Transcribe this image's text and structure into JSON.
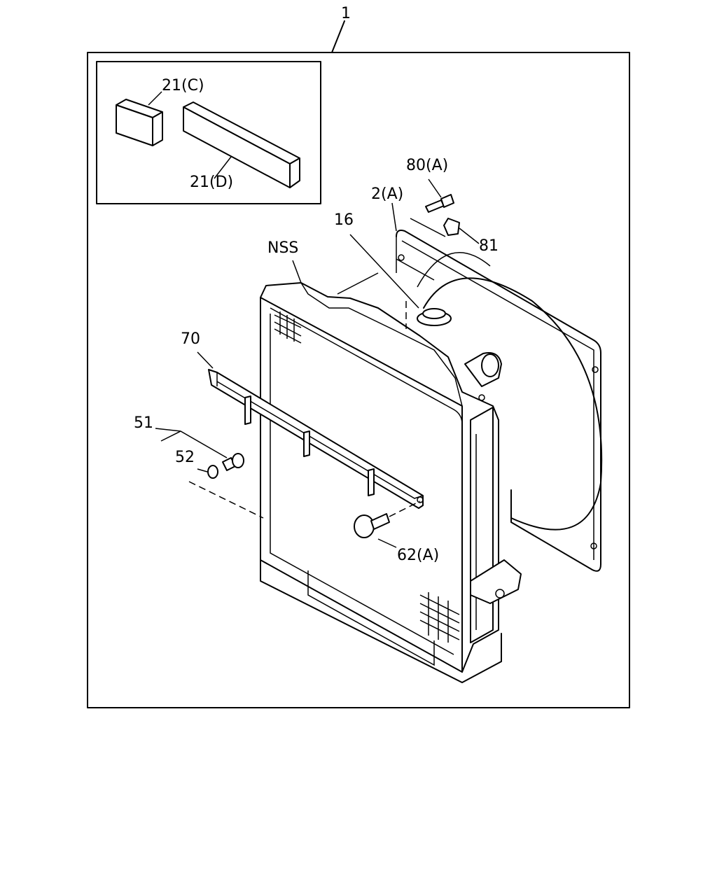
{
  "callouts": {
    "assembly": "1",
    "baffle_c": "21(C)",
    "baffle_d": "21(D)",
    "bolt_80a": "80(A)",
    "shroud_2a": "2(A)",
    "cap_16": "16",
    "nut_81": "81",
    "nss": "NSS",
    "bar_70": "70",
    "group_51": "51",
    "washer_52": "52",
    "bolt_62a": "62(A)"
  }
}
